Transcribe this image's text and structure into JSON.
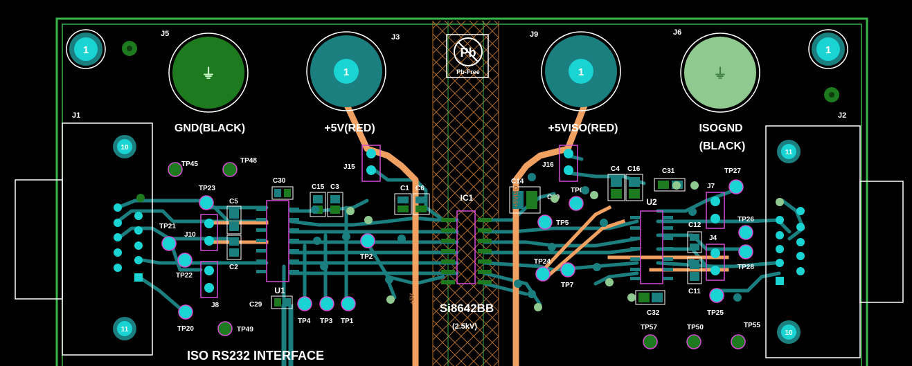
{
  "colors": {
    "background": "#000000",
    "outline": "#39b54a",
    "trace_teal": "#1b7f80",
    "trace_orange": "#f0a060",
    "pad_cyan": "#1ad3d3",
    "pad_green": "#1e7a1e",
    "label_white": "#ffffff",
    "silk_pink": "#d54cd5",
    "keepout_hatch": "#b06c30"
  },
  "connectors": {
    "j5": {
      "ref": "J5",
      "label": "GND(BLACK)",
      "pin": "",
      "icon": "ground-symbol-icon"
    },
    "j3": {
      "ref": "J3",
      "label": "+5V(RED)",
      "pin": "1"
    },
    "j9": {
      "ref": "J9",
      "label": "+5VISO(RED)",
      "pin": "1"
    },
    "j6": {
      "ref": "J6",
      "label_line1": "ISOGND",
      "label_line2": "(BLACK)",
      "pin": "",
      "icon": "ground-symbol-icon"
    },
    "j1": {
      "ref": "J1"
    },
    "j2": {
      "ref": "J2",
      "pin_label": "11",
      "pin_label_b": "10"
    },
    "j1_pins": {
      "top": "10",
      "bottom": "11"
    },
    "mount_pins": {
      "left": "1",
      "right": "1"
    }
  },
  "ic": {
    "ref": "IC1",
    "part": "Si8642BB",
    "rating": "(2.5kV)",
    "u1": "U1",
    "u2": "U2"
  },
  "pb_free": {
    "label": "Pb-Free",
    "symbol": "Pb",
    "icon": "pb-free-icon"
  },
  "board_title": "ISO RS232 INTERFACE",
  "trace_labels": {
    "left_5v": "+5V",
    "right_5viso": "+5VISO"
  },
  "components_left": [
    {
      "ref": "C30"
    },
    {
      "ref": "C15"
    },
    {
      "ref": "C3"
    },
    {
      "ref": "C5"
    },
    {
      "ref": "C2"
    },
    {
      "ref": "C1"
    },
    {
      "ref": "C6"
    },
    {
      "ref": "C29"
    },
    {
      "ref": "J15"
    },
    {
      "ref": "J10"
    },
    {
      "ref": "J8"
    }
  ],
  "components_right": [
    {
      "ref": "C14"
    },
    {
      "ref": "C4"
    },
    {
      "ref": "C16"
    },
    {
      "ref": "C31"
    },
    {
      "ref": "C10"
    },
    {
      "ref": "C12"
    },
    {
      "ref": "C11"
    },
    {
      "ref": "C32"
    },
    {
      "ref": "J16"
    },
    {
      "ref": "J7"
    },
    {
      "ref": "J4"
    }
  ],
  "testpoints": {
    "tp45": "TP45",
    "tp48": "TP48",
    "tp23": "TP23",
    "tp21": "TP21",
    "tp22": "TP22",
    "tp20": "TP20",
    "tp49": "TP49",
    "tp4": "TP4",
    "tp3": "TP3",
    "tp1": "TP1",
    "tp2": "TP2",
    "tp6": "TP6",
    "tp5": "TP5",
    "tp24": "TP24",
    "tp7": "TP7",
    "tp27": "TP27",
    "tp26": "TP26",
    "tp28": "TP28",
    "tp25": "TP25",
    "tp57": "TP57",
    "tp50": "TP50",
    "tp55": "TP55"
  }
}
